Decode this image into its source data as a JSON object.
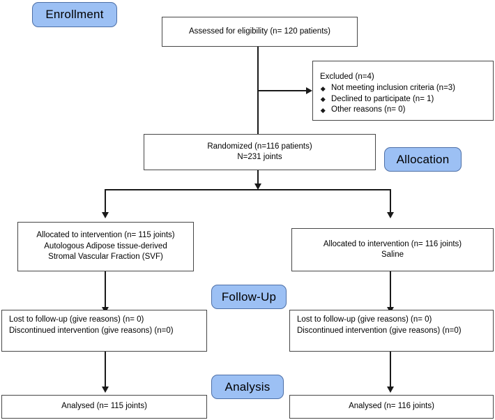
{
  "diagram": {
    "type": "consort-flow-diagram",
    "stage_labels": [
      {
        "id": "enrollment",
        "text": "Enrollment"
      },
      {
        "id": "allocation",
        "text": "Allocation"
      },
      {
        "id": "followup",
        "text": "Follow-Up"
      },
      {
        "id": "analysis",
        "text": "Analysis"
      }
    ],
    "boxes": {
      "assessed": {
        "lines": [
          "Assessed for eligibility (n= 120 patients)"
        ]
      },
      "excluded": {
        "title": "Excluded (n=4)",
        "items": [
          "Not meeting inclusion criteria (n=3)",
          "Declined to participate (n= 1)",
          "Other reasons (n= 0)"
        ]
      },
      "randomized": {
        "lines": [
          "Randomized (n=116 patients)",
          "N=231 joints"
        ]
      },
      "allocated_left": {
        "lines": [
          "Allocated to intervention (n= 115 joints)",
          "Autologous Adipose tissue-derived",
          "Stromal Vascular Fraction (SVF)"
        ]
      },
      "allocated_right": {
        "lines": [
          "Allocated to intervention (n= 116 joints)",
          "Saline"
        ]
      },
      "followup_left": {
        "lines": [
          "Lost to follow-up (give reasons) (n= 0)",
          "Discontinued intervention (give reasons) (n=0)"
        ]
      },
      "followup_right": {
        "lines": [
          "Lost to follow-up (give reasons) (n= 0)",
          "Discontinued intervention (give reasons) (n=0)"
        ]
      },
      "analysed_left": {
        "lines": [
          "Analysed (n= 115 joints)"
        ]
      },
      "analysed_right": {
        "lines": [
          "Analysed (n= 116 joints)"
        ]
      }
    },
    "colors": {
      "pill_fill": "#9cc0f4",
      "pill_border": "#4d6fa6",
      "box_border": "#464646",
      "connector": "#1a1a1a",
      "background": "#ffffff",
      "text": "#000000"
    }
  }
}
